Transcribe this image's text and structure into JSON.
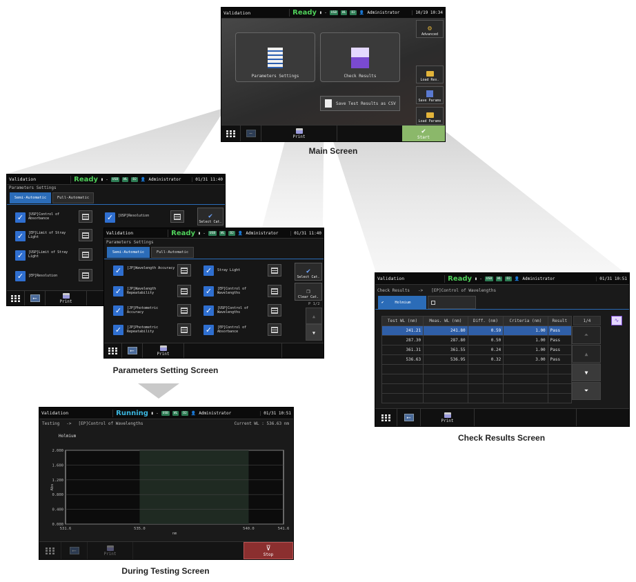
{
  "status_bar": {
    "app": "Validation",
    "ready": "Ready",
    "running": "Running",
    "mode": "▮ -",
    "usb": "USB",
    "wl": "WL",
    "d2": "D2",
    "user": "Administrator"
  },
  "main": {
    "time": "10/19 10:34",
    "param_label": "Parameters Settings",
    "check_label": "Check Results",
    "save_csv": "Save Test Results as CSV",
    "advanced": "Advanced",
    "load_res": "Load Res.",
    "save_params": "Save Params",
    "load_params": "Load Params",
    "print": "Print",
    "start": "Start",
    "caption": "Main Screen"
  },
  "params": {
    "time": "01/31 11:40",
    "title": "Parameters Settings",
    "tab_semi": "Semi-Automatic",
    "tab_full": "Full-Automatic",
    "back_items": [
      "[USP]Control of Absorbance",
      "[EP]Limit of Stray Light",
      "[USP]Limit of Stray Light",
      "[EP]Resolution"
    ],
    "back_right": "[USP]Resolution",
    "front_col1": [
      "[JP]Wavelength Accuracy",
      "[JP]Wavelength Repeatability",
      "[JP]Photometric Accuracy",
      "[JP]Photometric Repeatability"
    ],
    "front_col2": [
      "Stray Light",
      "[EP]Control of Wavelengths",
      "[USP]Control of Wavelengths",
      "[EP]Control of Absorbance"
    ],
    "select_cat": "Select Cat.",
    "clear_cat": "Clear Cat.",
    "page": "P 1/2",
    "print": "Print",
    "caption": "Parameters Setting Screen"
  },
  "testing": {
    "time": "01/31 10:51",
    "label": "Testing",
    "arrow": "->",
    "test": "[EP]Control of Wavelengths",
    "current": "Current WL : 536.63 nm",
    "sample": "Holmium",
    "yaxis": "Abs",
    "xaxis": "nm",
    "print": "Print",
    "stop": "Stop",
    "caption": "During Testing Screen"
  },
  "chart_data": {
    "type": "line",
    "title": "",
    "xlabel": "nm",
    "ylabel": "Abs",
    "xlim": [
      531.6,
      541.6
    ],
    "ylim": [
      0,
      2
    ],
    "yticks": [
      "2.000",
      "1.600",
      "1.200",
      "0.800",
      "0.400",
      "0.000"
    ],
    "xticks": [
      "531.6",
      "535.0",
      "540.0",
      "541.6"
    ],
    "series": []
  },
  "results": {
    "time": "01/31 10:51",
    "title": "Check Results",
    "arrow": "->",
    "test": "[EP]Control of Wavelengths",
    "tab1": "Holmium",
    "headers": [
      "Test WL (nm)",
      "Meas. WL (nm)",
      "Diff. (nm)",
      "Criteria (nm)",
      "Result"
    ],
    "page": "1/4",
    "rows": [
      [
        "241.21",
        "241.80",
        "0.59",
        "1.00",
        "Pass"
      ],
      [
        "287.30",
        "287.80",
        "0.50",
        "1.00",
        "Pass"
      ],
      [
        "361.31",
        "361.55",
        "0.24",
        "1.00",
        "Pass"
      ],
      [
        "536.63",
        "536.95",
        "0.32",
        "3.00",
        "Pass"
      ]
    ],
    "print": "Print",
    "caption": "Check Results Screen"
  }
}
